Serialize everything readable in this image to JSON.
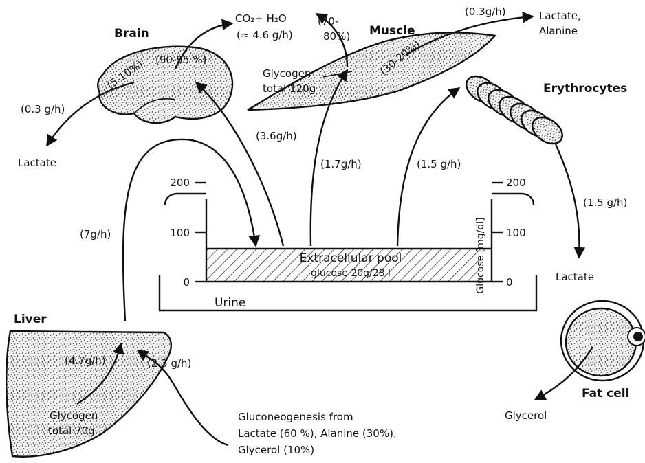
{
  "organs": {
    "brain": "Brain",
    "muscle": "Muscle",
    "erythrocytes": "Erythrocytes",
    "liver": "Liver",
    "fat_cell": "Fat cell",
    "urine": "Urine"
  },
  "products": {
    "co2_h2o": "CO₂+ H₂O",
    "co2_rate": "(≈ 4.6 g/h)",
    "lactate_alanine_line1": "Lactate,",
    "lactate_alanine_line2": "Alanine",
    "lactate_brain": "Lactate",
    "lactate_rbc": "Lactate",
    "glycerol": "Glycerol"
  },
  "rates": {
    "brain_lactate": "(0.3 g/h)",
    "brain_uptake": "(3.6g/h)",
    "muscle_uptake": "(1.7g/h)",
    "rbc_uptake": "(1.5 g/h)",
    "rbc_lactate": "(1.5 g/h)",
    "muscle_lactate": "(0.3g/h)",
    "liver_output": "(7g/h)",
    "liver_glycogen": "(4.7g/h)",
    "liver_gng": "(2.3 g/h)"
  },
  "percent_labels": {
    "brain_lactate_pct": "(5-10%)",
    "brain_co2_pct": "(90-95 %)",
    "muscle_co2_pct_line1": "(70-",
    "muscle_co2_pct_line2": "80%)",
    "muscle_lactate_pct": "(30-20%)"
  },
  "glycogen": {
    "muscle_line1": "Glycogen",
    "muscle_line2": "total 120g",
    "liver_line1": "Glycogen",
    "liver_line2": "total 70g"
  },
  "pool": {
    "title": "Extracellular pool",
    "subtitle": "glucose 20g/28 l",
    "axis_label": "Glucose [mg/dl]",
    "ticks_left": [
      "200",
      "100",
      "0"
    ],
    "ticks_right": [
      "200",
      "100",
      "0"
    ]
  },
  "gluconeogenesis": {
    "line1": "Gluconeogenesis from",
    "line2": "Lactate (60 %), Alanine (30%),",
    "line3": "Glycerol (10%)"
  }
}
